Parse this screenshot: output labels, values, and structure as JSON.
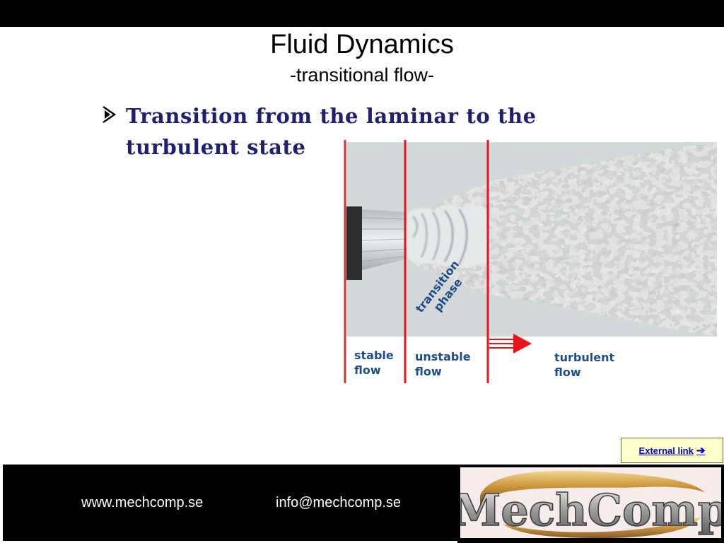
{
  "slide": {
    "title": "Fluid Dynamics",
    "subtitle": "-transitional flow-",
    "bullet_lines": [
      "Transition from the laminar to the",
      "turbulent state"
    ]
  },
  "figure": {
    "labels": {
      "stable_line1": "stable",
      "stable_line2": "flow",
      "unstable_line1": "unstable",
      "unstable_line2": "flow",
      "turbulent_line1": "turbulent",
      "turbulent_line2": "flow",
      "transition_line1": "transition",
      "transition_line2": "phase"
    },
    "colors": {
      "boundary_line": "#e8141c",
      "label": "#1f4d8a"
    }
  },
  "external_link": {
    "label": "External link",
    "icon": "arrow-right-icon"
  },
  "footer": {
    "website": "www.mechcomp.se",
    "email": "info@mechcomp.se"
  },
  "logo": {
    "text": "MechComp"
  }
}
